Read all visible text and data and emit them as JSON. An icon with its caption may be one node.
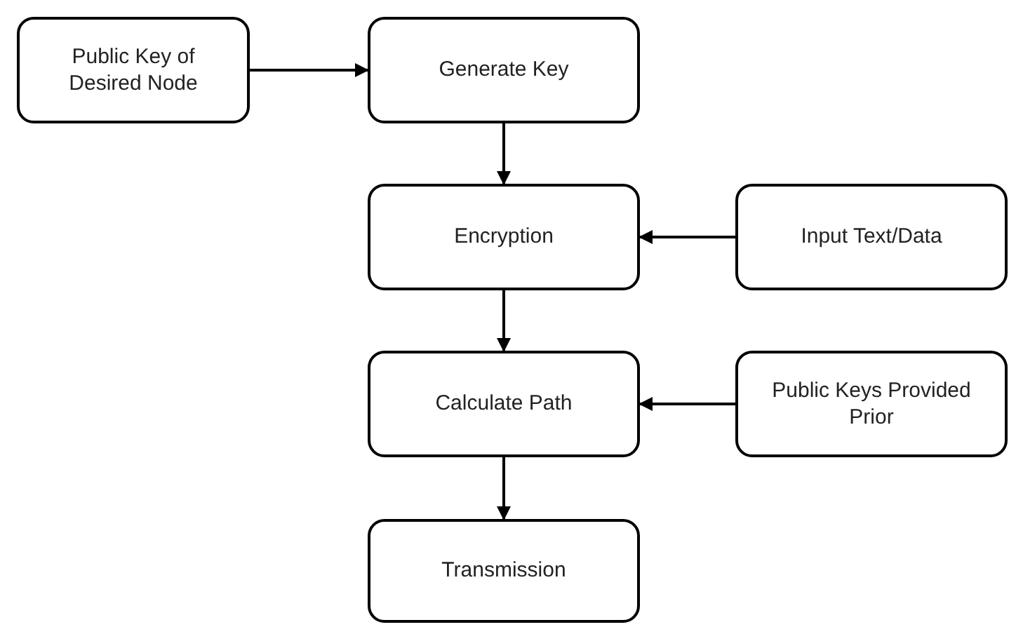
{
  "diagram": {
    "nodes": [
      {
        "text": [
          "Public Key of Desired Node"
        ]
      },
      {
        "text": [
          "Generate Key"
        ]
      },
      {
        "text": [
          "Encryption"
        ]
      },
      {
        "text": [
          "Input Text/Data"
        ]
      },
      {
        "text": [
          "Calculate Path"
        ]
      },
      {
        "text": [
          "Public Keys Provided Prior"
        ]
      },
      {
        "text": [
          "Transmission"
        ]
      }
    ],
    "edges": [
      {
        "from": 0,
        "to": 1,
        "arrow": "to"
      },
      {
        "from": 1,
        "to": 2,
        "arrow": "to"
      },
      {
        "from": 3,
        "to": 2,
        "arrow": "to"
      },
      {
        "from": 2,
        "to": 4,
        "arrow": "to"
      },
      {
        "from": 5,
        "to": 4,
        "arrow": "to"
      },
      {
        "from": 4,
        "to": 6,
        "arrow": "to"
      }
    ]
  }
}
